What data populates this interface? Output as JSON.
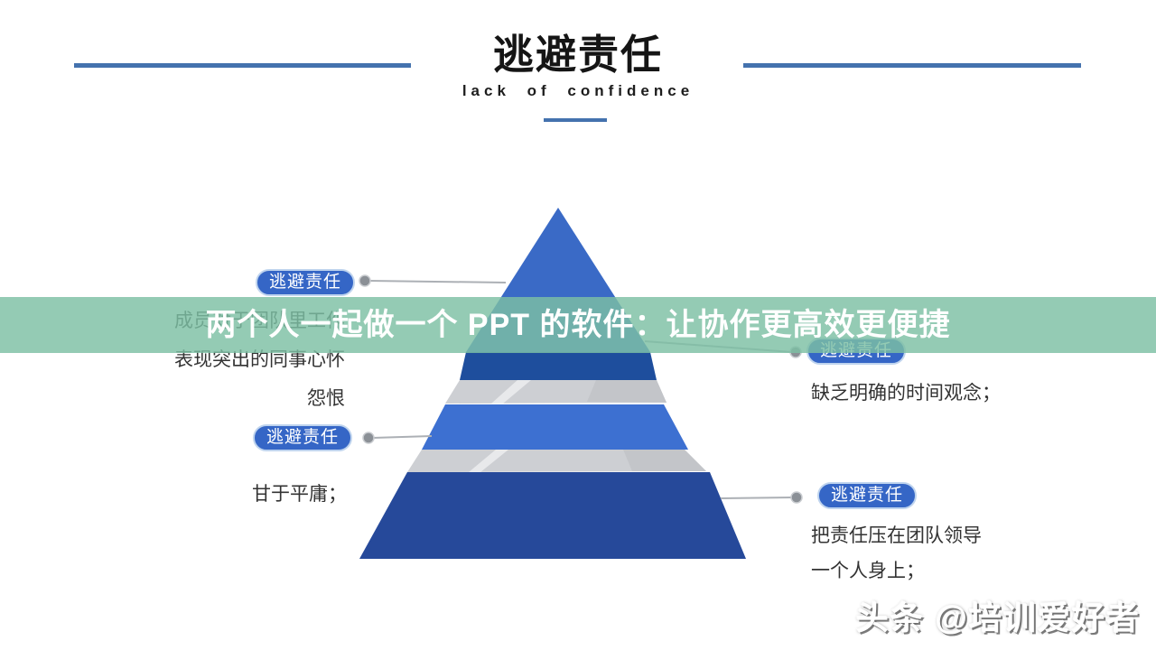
{
  "slide": {
    "title": "逃避责任",
    "subtitle": "lack of confidence",
    "banner": {
      "text": "两个人一起做一个 PPT 的软件：让协作更高效更便捷",
      "bg_color": "#7DC0A3"
    },
    "callouts": [
      {
        "label": "逃避责任",
        "lines": [
          "成员对于团队里工作",
          "表现突出的同事心怀",
          "怨恨"
        ]
      },
      {
        "label": "逃避责任",
        "lines": [
          "甘于平庸；"
        ]
      },
      {
        "label": "逃避责任",
        "lines": [
          "缺乏明确的时间观念；"
        ]
      },
      {
        "label": "逃避责任",
        "lines": [
          "把责任压在团队领导",
          "一个人身上；"
        ]
      }
    ],
    "watermark": "头条 @培训爱好者",
    "colors": {
      "accent_blue": "#4472AE",
      "badge_blue": "#3566C6",
      "pyramid_top": "#3A6AC6",
      "pyramid_top_face": "#1E4E9D",
      "pyramid_middle": "#3D70D1",
      "pyramid_bottom": "#26499A",
      "ribbon_gray": "#CDCFD3",
      "connector_gray": "#ACB0B5"
    }
  }
}
